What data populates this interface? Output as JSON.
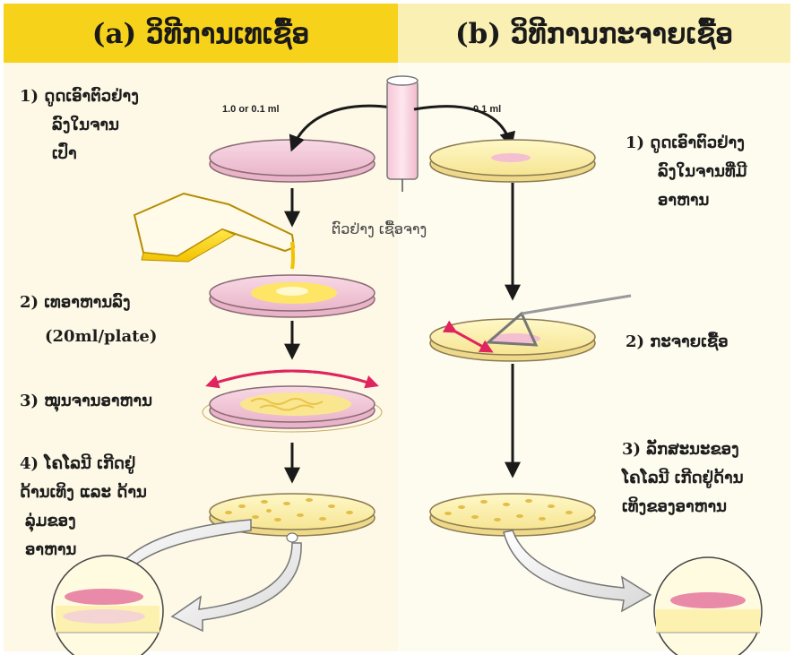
{
  "headers": {
    "pour_plate": "(a) ວິທີການເທເຊື້ອ",
    "spread_plate": "(b) ວິທີການກະຈາຍເຊື້ອ"
  },
  "left_steps": {
    "step1": [
      "1)  ດູດເອົາຕົວຢ່າງ",
      "ລົງໃນຈານ",
      "ເປົ່າ"
    ],
    "step2": [
      "2) ເທອາຫານລົງ",
      "(20ml/plate)"
    ],
    "step3": [
      "3) ໝຸນຈານອາຫານ"
    ],
    "step4": [
      "4)  ໂຄໂລນີ  ເກີດຢູ່",
      "ດ້ານເທິງ  ແລະ  ດ້ານ",
      "ລຸ່ມຂອງ",
      "ອາຫານ"
    ]
  },
  "right_steps": {
    "step1": [
      "1)  ດູດເອົາຕົວຢ່າງ",
      "ລົງໃນຈານທີ່ມີ",
      "ອາຫານ"
    ],
    "step2": [
      "2)  ກະຈາຍເຊື້ອ"
    ],
    "step3": [
      "3)  ລັກສະນະຂອງ",
      "ໂຄໂລນີ  ເກີດຢູ່ດ້ານ",
      "ເທິງຂອງອາຫານ"
    ]
  },
  "volume_labels": {
    "left": "1.0 or 0.1 ml",
    "right": "0.1 ml"
  },
  "tube_caption": "ຕົວຢ່າງ  ເຊື້ອຈາງ",
  "colors": {
    "header_left": "#f7d21a",
    "header_right": "#faf0b4",
    "plate_pink": "#f2c8d8",
    "agar_yellow": "#fbf0a8",
    "arrow_red": "#e0245e",
    "colony": "#e8c44a"
  }
}
